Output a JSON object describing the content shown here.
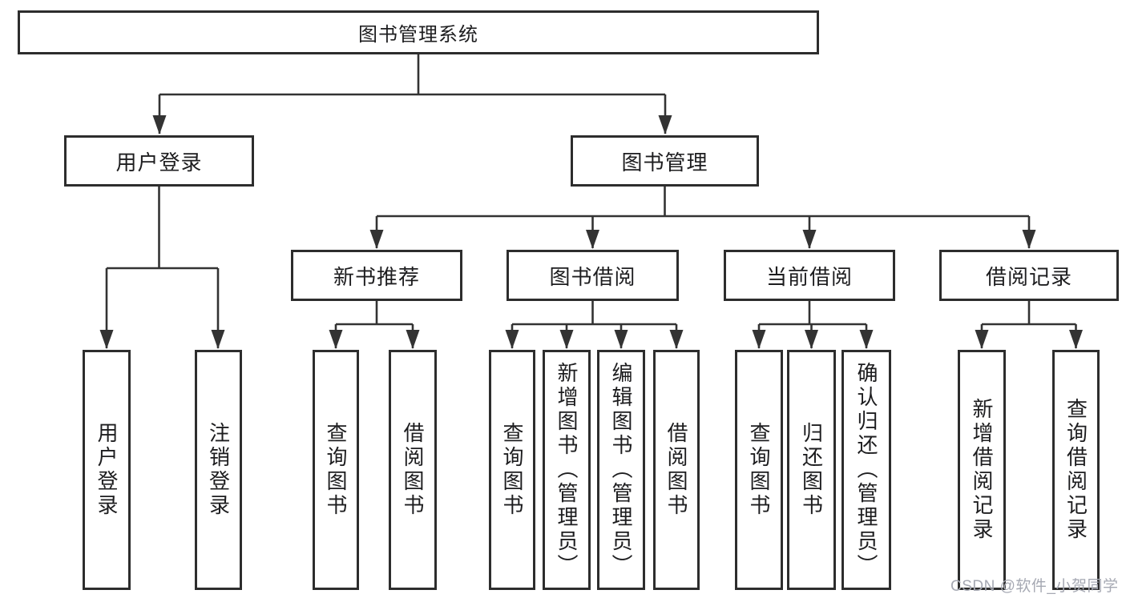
{
  "title": {
    "label": "图书管理系统"
  },
  "l2": [
    {
      "label": "用户登录"
    },
    {
      "label": "图书管理"
    }
  ],
  "l3": [
    {
      "label": "新书推荐"
    },
    {
      "label": "图书借阅"
    },
    {
      "label": "当前借阅"
    },
    {
      "label": "借阅记录"
    }
  ],
  "leaves": [
    {
      "label": "用户登录"
    },
    {
      "label": "注销登录"
    },
    {
      "label": "查询图书"
    },
    {
      "label": "借阅图书"
    },
    {
      "label": "查询图书"
    },
    {
      "label": "新增图书（管理员）"
    },
    {
      "label": "编辑图书（管理员）"
    },
    {
      "label": "借阅图书"
    },
    {
      "label": "查询图书"
    },
    {
      "label": "归还图书"
    },
    {
      "label": "确认归还（管理员）"
    },
    {
      "label": "新增借阅记录"
    },
    {
      "label": "查询借阅记录"
    }
  ],
  "watermark": {
    "label": "CSDN @软件_小贺同学"
  },
  "colors": {
    "line": "#333333",
    "border": "#2d2d2d",
    "text": "#1d1d1f",
    "watermark": "#a6a9b3",
    "background": "#ffffff"
  }
}
